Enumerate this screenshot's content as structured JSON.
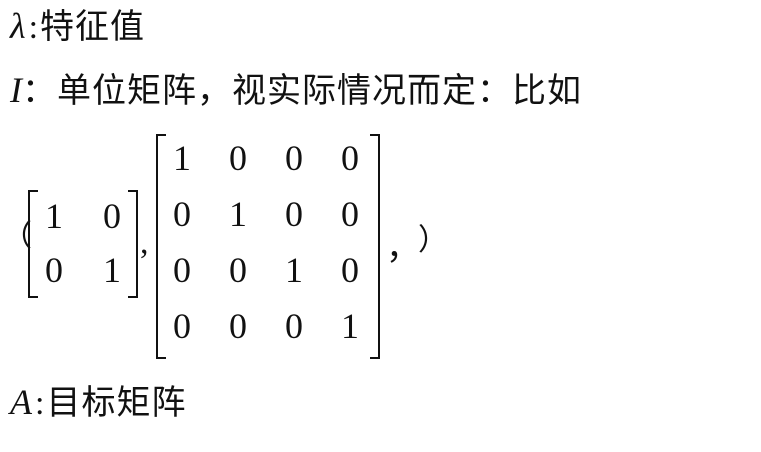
{
  "definitions": [
    {
      "symbol": "λ",
      "colon": ":",
      "text": "特征值"
    },
    {
      "symbol": "I",
      "colon": "：",
      "text": "单位矩阵，视实际情况而定：比如"
    },
    {
      "symbol": "A",
      "colon": ":",
      "text": "目标矩阵"
    }
  ],
  "example": {
    "open_paren": "（",
    "close_paren": "）",
    "comma_small": ",",
    "comma_large": "，",
    "matrix_2x2": [
      [
        "1",
        "0"
      ],
      [
        "0",
        "1"
      ]
    ],
    "matrix_4x4": [
      [
        "1",
        "0",
        "0",
        "0"
      ],
      [
        "0",
        "1",
        "0",
        "0"
      ],
      [
        "0",
        "0",
        "1",
        "0"
      ],
      [
        "0",
        "0",
        "0",
        "1"
      ]
    ]
  }
}
